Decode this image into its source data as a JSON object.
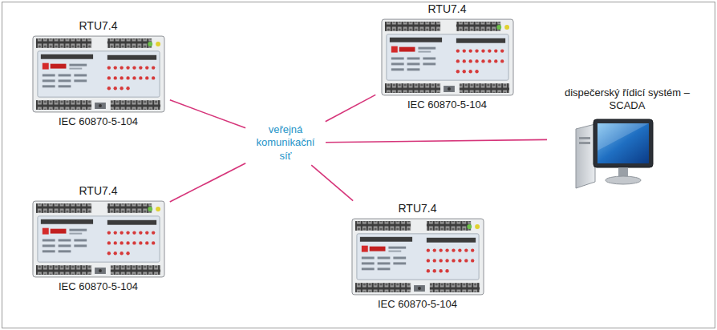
{
  "diagram": {
    "nodes": [
      {
        "text": [
          "RTU7.4",
          "IEC 60870-5-104"
        ]
      },
      {
        "text": [
          "RTU7.4",
          "IEC 60870-5-104"
        ]
      },
      {
        "text": [
          "veřejná komunikační síť"
        ]
      },
      {
        "text": [
          "dispečerský řídicí systém – SCADA"
        ]
      },
      {
        "text": [
          "RTU7.4",
          "IEC 60870-5-104"
        ]
      },
      {
        "text": [
          "RTU7.4",
          "IEC 60870-5-104"
        ]
      }
    ],
    "edges": [
      {
        "from": 0,
        "to": 2,
        "arrow": "none"
      },
      {
        "from": 1,
        "to": 2,
        "arrow": "none"
      },
      {
        "from": 2,
        "to": 3,
        "arrow": "none"
      },
      {
        "from": 4,
        "to": 2,
        "arrow": "none"
      },
      {
        "from": 5,
        "to": 2,
        "arrow": "none"
      }
    ]
  }
}
